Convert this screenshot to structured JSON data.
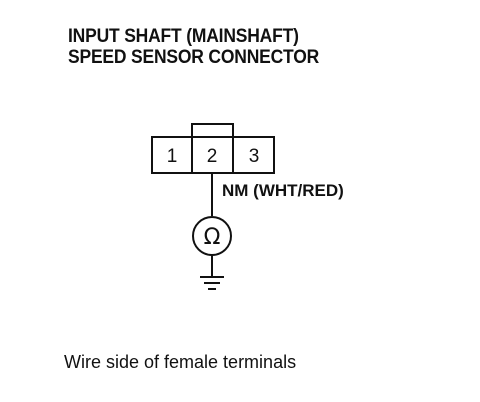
{
  "title": {
    "line1": "INPUT SHAFT (MAINSHAFT)",
    "line2": "SPEED SENSOR CONNECTOR"
  },
  "connector": {
    "pins": [
      "1",
      "2",
      "3"
    ]
  },
  "wire": {
    "label": "NM (WHT/RED)"
  },
  "meter": {
    "symbol": "Ω",
    "icon": "ohmmeter-icon"
  },
  "ground": {
    "icon": "ground-icon"
  },
  "caption": "Wire side of female terminals"
}
